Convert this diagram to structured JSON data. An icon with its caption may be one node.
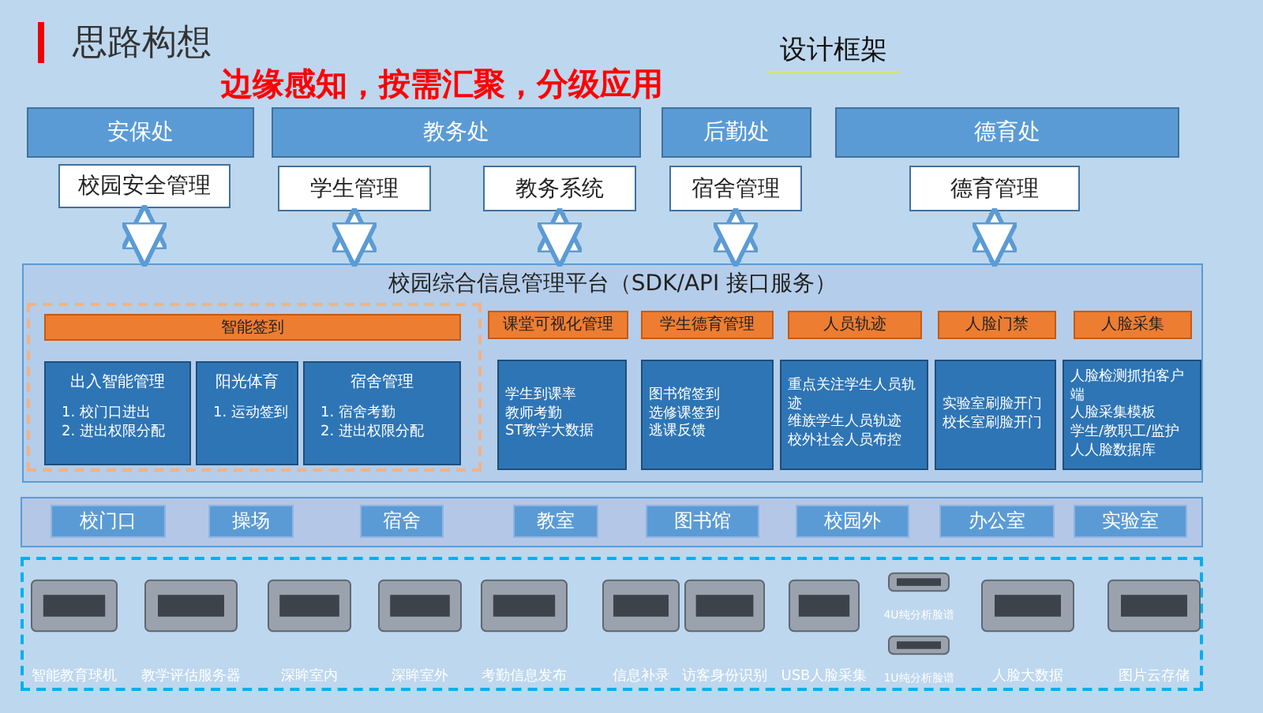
{
  "diagram": {
    "title": "思路构想",
    "nodes": [
      {
        "text": [
          "安保处"
        ]
      },
      {
        "text": [
          "教务处"
        ]
      },
      {
        "text": [
          "后勤处"
        ]
      },
      {
        "text": [
          "德育处"
        ]
      },
      {
        "text": [
          "校园安全管理"
        ]
      },
      {
        "text": [
          "学生管理"
        ]
      },
      {
        "text": [
          "教务系统"
        ]
      },
      {
        "text": [
          "宿舍管理"
        ]
      },
      {
        "text": [
          "德育管理"
        ]
      },
      {
        "text": [
          "校园综合信息管理平台（SDK/API 接口服务）"
        ]
      },
      {
        "text": [],
        "shape": "box",
        "in": 9
      },
      {
        "text": [
          "智能签到"
        ],
        "in": 10
      },
      {
        "text": [
          "出入智能管理",
          "1. 校门口进出",
          "2. 进出权限分配"
        ],
        "in": 10
      },
      {
        "text": [
          "阳光体育",
          "1. 运动签到"
        ],
        "in": 10
      },
      {
        "text": [
          "宿舍管理",
          "1. 宿舍考勤",
          "2. 进出权限分配"
        ],
        "in": 10
      },
      {
        "text": [
          "课堂可视化管理"
        ],
        "in": 9
      },
      {
        "text": [
          "学生到课率",
          "教师考勤",
          "ST教学大数据"
        ],
        "in": 9
      },
      {
        "text": [
          "学生德育管理"
        ],
        "in": 9
      },
      {
        "text": [
          "图书馆签到",
          "选修课签到",
          "逃课反馈"
        ],
        "in": 9
      },
      {
        "text": [
          "人员轨迹"
        ],
        "in": 9
      },
      {
        "text": [
          "重点关注学生人员轨迹",
          "维族学生人员轨迹",
          "校外社会人员布控"
        ],
        "in": 9
      },
      {
        "text": [
          "人脸门禁"
        ],
        "in": 9
      },
      {
        "text": [
          "实验室刷脸开门",
          "校长室刷脸开门"
        ],
        "in": 9
      },
      {
        "text": [
          "人脸采集"
        ],
        "in": 9
      },
      {
        "text": [
          "人脸检测抓拍客户端",
          "人脸采集模板",
          "学生/教职工/监护人人脸数据库"
        ],
        "in": 9
      },
      {
        "text": [],
        "shape": "box"
      },
      {
        "text": [
          "校门口"
        ],
        "in": 25
      },
      {
        "text": [
          "操场"
        ],
        "in": 25
      },
      {
        "text": [
          "宿舍"
        ],
        "in": 25
      },
      {
        "text": [
          "教室"
        ],
        "in": 25
      },
      {
        "text": [
          "图书馆"
        ],
        "in": 25
      },
      {
        "text": [
          "校园外"
        ],
        "in": 25
      },
      {
        "text": [
          "办公室"
        ],
        "in": 25
      },
      {
        "text": [
          "实验室"
        ],
        "in": 25
      },
      {
        "text": [],
        "shape": "box"
      },
      {
        "text": [
          "智能教育球机"
        ],
        "in": 34
      },
      {
        "text": [
          "教学评估服务器"
        ],
        "in": 34
      },
      {
        "text": [
          "深眸室内"
        ],
        "in": 34
      },
      {
        "text": [
          "深眸室外"
        ],
        "in": 34
      },
      {
        "text": [
          "考勤信息发布"
        ],
        "in": 34
      },
      {
        "text": [
          "信息补录"
        ],
        "in": 34
      },
      {
        "text": [
          "访客身份识别"
        ],
        "in": 34
      },
      {
        "text": [
          "USB人脸采集"
        ],
        "in": 34
      },
      {
        "text": [
          "4U纯分析脸谱"
        ],
        "in": 34
      },
      {
        "text": [
          "1U纯分析脸谱"
        ],
        "in": 34
      },
      {
        "text": [
          "人脸大数据"
        ],
        "in": 34
      },
      {
        "text": [
          "图片云存储"
        ],
        "in": 34
      }
    ],
    "edges": [
      {
        "from": 4,
        "to": 9,
        "arrow": "both"
      },
      {
        "from": 5,
        "to": 9,
        "arrow": "both"
      },
      {
        "from": 6,
        "to": 9,
        "arrow": "both"
      },
      {
        "from": 7,
        "to": 9,
        "arrow": "both"
      },
      {
        "from": 8,
        "to": 9,
        "arrow": "both"
      }
    ],
    "labels": [
      "设计框架",
      "边缘感知，按需汇聚，分级应用"
    ]
  }
}
